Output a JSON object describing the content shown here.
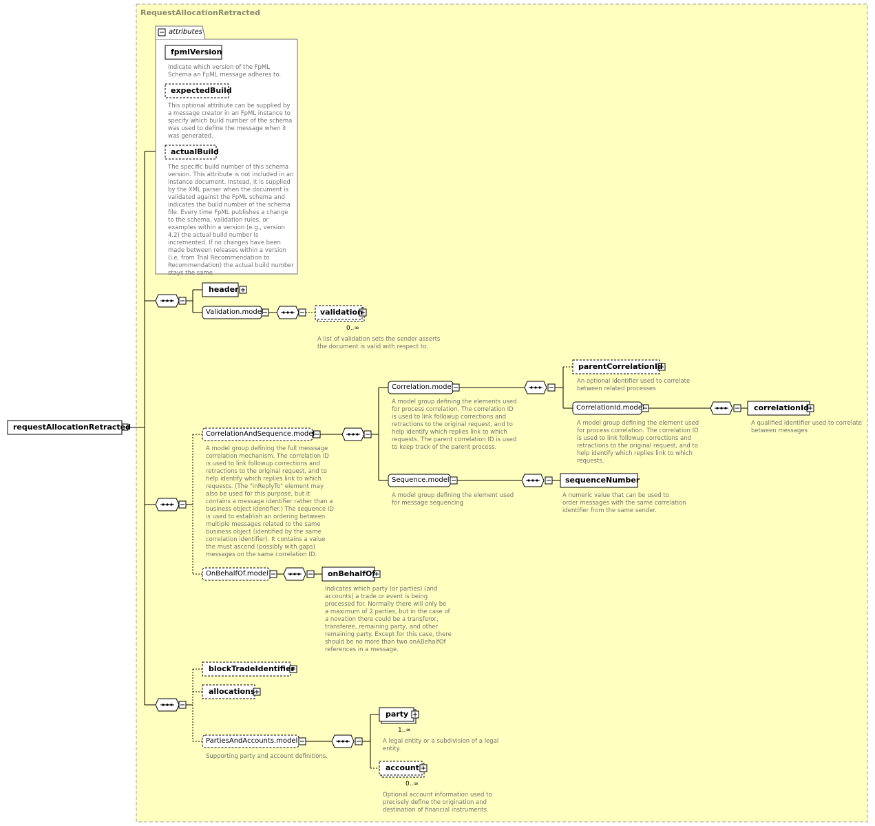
{
  "diagram": {
    "complex_type": "RequestAllocationRetracted",
    "root_element": "requestAllocationRetracted",
    "attributes_tab": "attributes",
    "attributes": [
      {
        "name": "fpmlVersion",
        "doc": "Indicate which version of the FpML Schema an FpML message adheres to."
      },
      {
        "name": "expectedBuild",
        "doc": "This optional attribute can be supplied by a message creator in an FpML instance to specify which build number of the schema was used to define the message when it was generated."
      },
      {
        "name": "actualBuild",
        "doc": "The specific build number of this schema version. This attribute is not included in an instance document. Instead, it is supplied by the XML parser when the document is validated against the FpML schema and indicates the build number of the schema file. Every time FpML publishes a change to the schema, validation rules, or examples within a version (e.g., version 4.2) the actual build number is incremented. If no changes have been made between releases within a version (i.e. from Trial Recommendation to Recommendation) the actual build number stays the same."
      }
    ],
    "elements": {
      "header": {
        "name": "header"
      },
      "validation_model": {
        "name": "Validation.model"
      },
      "validation": {
        "name": "validation",
        "cardinality": "0..∞",
        "doc": "A list of validation sets the sender asserts the document is valid with respect to."
      },
      "correlation_and_sequence_model": {
        "name": "CorrelationAndSequence.model",
        "doc": "A model group defining the full messsage correlation mechanism. The correlation ID is used to link followup corrections and retractions to the original request, and to help identify which replies link to which requests. (The \"inReplyTo\" element may also be used for this purpose, but it contains a message identifier rather than a business object identifier.) The sequence ID is used to establish an ordering between multiple messages related to the same business object (identified by the same correlation identifier). It contains a value the must ascend (possibly with gaps) messages on the same correlation ID."
      },
      "correlation_model": {
        "name": "Correlation.model",
        "doc": "A model group defining the elements used for process correlation. The correlation ID is used to link followup corrections and retractions to the original request, and to help identify which replies link to which requests. The parent correlation ID is used to keep track of the parent process."
      },
      "parent_correlation_id": {
        "name": "parentCorrelationId",
        "doc": "An optional identifier used to correlate between related processes"
      },
      "correlation_id_model": {
        "name": "CorrelationId.model",
        "doc": "A model group defining the element used for process correlation. The correlation ID is used to link followup corrections and retractions to the original request, and to help identify which replies link to which requests."
      },
      "correlation_id": {
        "name": "correlationId",
        "doc": "A qualified identifier used to correlate between messages"
      },
      "sequence_model": {
        "name": "Sequence.model",
        "doc": "A model group defining the element used for message sequencing"
      },
      "sequence_number": {
        "name": "sequenceNumber",
        "doc": "A numeric value that can be used to order messages with the same correlation identifier from the same sender."
      },
      "on_behalf_of_model": {
        "name": "OnBehalfOf.model"
      },
      "on_behalf_of": {
        "name": "onBehalfOf",
        "doc": "Indicates which party (or parties) (and accounts) a trade or event is being processed for. Normally there will only be a maximum of 2 parties, but in the case of a novation there could be a transferor, transferee, remaining party, and other remaining party. Except for this case, there should be no more than two onABehalfOf references in a message."
      },
      "block_trade_identifier": {
        "name": "blockTradeIdentifier"
      },
      "allocations": {
        "name": "allocations"
      },
      "parties_and_accounts_model": {
        "name": "PartiesAndAccounts.model",
        "doc": "Supporting party and account definitions."
      },
      "party": {
        "name": "party",
        "cardinality": "1..∞",
        "doc": "A legal entity or a subdivision of a legal entity."
      },
      "account": {
        "name": "account",
        "cardinality": "0..∞",
        "doc": "Optional account information used to precisely define the origination and destination of financial instruments."
      }
    }
  },
  "colors": {
    "background": "#ffffc0",
    "frame": "#a0a0a0",
    "box_border": "#000000",
    "doc_text": "#707070",
    "title_text": "#8a8a70"
  }
}
